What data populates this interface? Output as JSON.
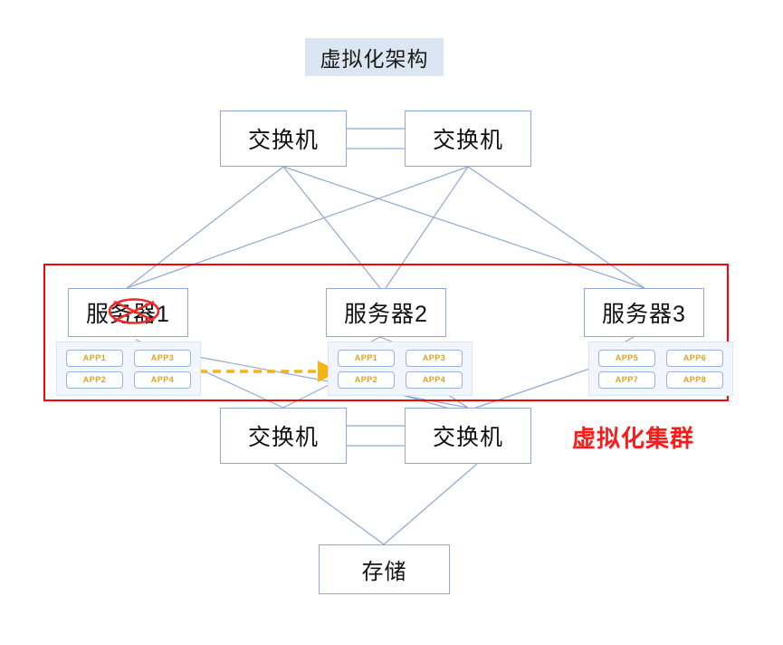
{
  "title": {
    "text": "虚拟化架构"
  },
  "colors": {
    "line": "#8fa9d0",
    "cluster_border": "#ff0000",
    "cluster_label": "#ff1a1a",
    "app_text": "#d9a227",
    "migration_arrow": "#f5b315",
    "title_bg": "#dce6f2",
    "node_border": "#8fa9d0",
    "app_panel_bg": "#f2f6fc"
  },
  "switches": {
    "top_left": "交换机",
    "top_right": "交换机",
    "bottom_left": "交换机",
    "bottom_right": "交换机"
  },
  "servers": [
    {
      "label": "服务器1",
      "failed": true,
      "apps": [
        "APP1",
        "APP3",
        "APP2",
        "APP4"
      ]
    },
    {
      "label": "服务器2",
      "failed": false,
      "apps": [
        "APP1",
        "APP3",
        "APP2",
        "APP4"
      ]
    },
    {
      "label": "服务器3",
      "failed": false,
      "apps": [
        "APP5",
        "APP6",
        "APP7",
        "APP8"
      ]
    }
  ],
  "storage": {
    "label": "存储"
  },
  "cluster": {
    "caption": "虚拟化集群"
  },
  "annotations": {
    "failure_mark": "red-ellipse-cross-over-server1",
    "migration_arrow": "dashed-orange-arrow-server1-to-server2"
  }
}
